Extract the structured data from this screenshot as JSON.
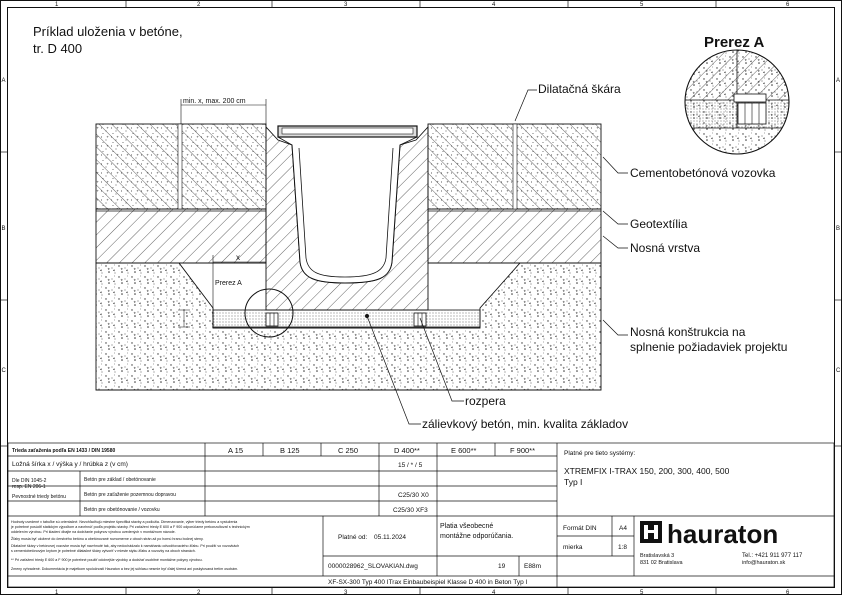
{
  "drawing": {
    "title_line1": "Príklad uloženia v betóne,",
    "title_line2": "tr. D 400",
    "section_title": "Prerez A",
    "dim_top": "min. x, max. 200 cm",
    "dim_x": "x",
    "detail_label": "Prerez A",
    "labels": {
      "dilatation": "Dilatačná škára",
      "road": "Cementobetónová vozovka",
      "geotextile": "Geotextília",
      "base": "Nosná vrstva",
      "structure_1": "Nosná konštrukcia na",
      "structure_2": "splnenie požiadaviek projektu",
      "spacer": "rozpera",
      "grout": "zálievkový betón, min. kvalita základov"
    },
    "grid_cols": [
      "1",
      "2",
      "3",
      "4",
      "5",
      "6"
    ],
    "grid_rows": [
      "A",
      "B",
      "C"
    ]
  },
  "titleblock": {
    "class_header": "Trieda zaťaženia podľa EN 1433 / DIN 19580",
    "classes": [
      "A 15",
      "B 125",
      "C 250",
      "D 400**",
      "E 600**",
      "F 900**"
    ],
    "row_depth_label": "Ložná šírka x / výška y / hrúbka z (v cm)",
    "row_depth_value": "15 / * / 5",
    "std_label_1": "Dle DIN 1045-2",
    "std_label_2": "resp. EN 206-1",
    "std_label_3": "Pevnostné triedy betónu",
    "rows": [
      {
        "label": "Betón pre základ / obetónovanie",
        "value": ""
      },
      {
        "label": "Betón pre zaťaženie pozemnou dopravou",
        "value": "C25/30 X0"
      },
      {
        "label": "Betón pre obetónovanie / vozovku",
        "value": "C25/30 XF3"
      }
    ],
    "valid_header": "Platné pre tieto systémy:",
    "valid_systems": "XTREMFIX I-TRAX 150, 200, 300, 400, 500",
    "valid_type": "Typ I",
    "notes": [
      "Hodnoty uvedené v tabuľke sú orientačné. Nezohľadňujú miestne špecifiká stavby a podložia. Dimenzovanie, výber triedy betónu a vystuženia",
      "je potrebné posúdiť statickým výpočtom a navrhnúť podľa projektu stavby. Pri zaťažení triedy E 600 a F 900 odporúčame prekonzultovať s technickým",
      "oddelením výrobcu. Pri kladení dbajte na dodržanie pokynov výrobcu uvedených v montážnom návode.",
      "Žľaby musia byť uložené do čerstvého betónu a obetónované rovnomerne z oboch strán až po hornú hranu bočnej steny.",
      "Dilatačné škáry v betónovej vozovke musia byť navrhnuté tak, aby nedochádzalo k namáhaniu odvodňovacieho žľabu. Pri použití vo vozovkách",
      "s cementobetónovým krytom je potrebné dilatačné škáry vytvoriť v mieste styku žľabu a vozovky na oboch stranách.",
      "** Pri zaťažení triedy E 600 a F 900 je potrebné použiť odolnejšie výrobky a dodržať osobitné montážne pokyny výrobcu.",
      "Zmeny vyhradené. Dokumentácia je majetkom spoločnosti Hauraton a bez jej súhlasu nesmie byť ďalej šírená ani poskytovaná tretím osobám."
    ],
    "assembly_note_1": "Platia všeobecné",
    "assembly_note_2": "montážne odporúčania.",
    "format_label": "Formát DIN",
    "format_value": "A4",
    "scale_label": "mierka",
    "scale_value": "1:8",
    "valid_from_label": "Platné od:",
    "valid_from_value": "05.11.2024",
    "file_name": "0000028962_SLOVAKIAN.dwg",
    "sheet_no": "19",
    "sheet_code": "E88m",
    "description": "XF-SX-300 Typ 400 ITrax Einbaubeispiel Klasse D 400 in Beton Typ I",
    "company": "hauraton",
    "address_1": "Bratislavská 3",
    "address_2": "831 02 Bratislava",
    "phone": "Tel.: +421 911 977 117",
    "email": "info@hauraton.sk"
  },
  "colors": {
    "line": "#111111",
    "paper": "#ffffff"
  }
}
